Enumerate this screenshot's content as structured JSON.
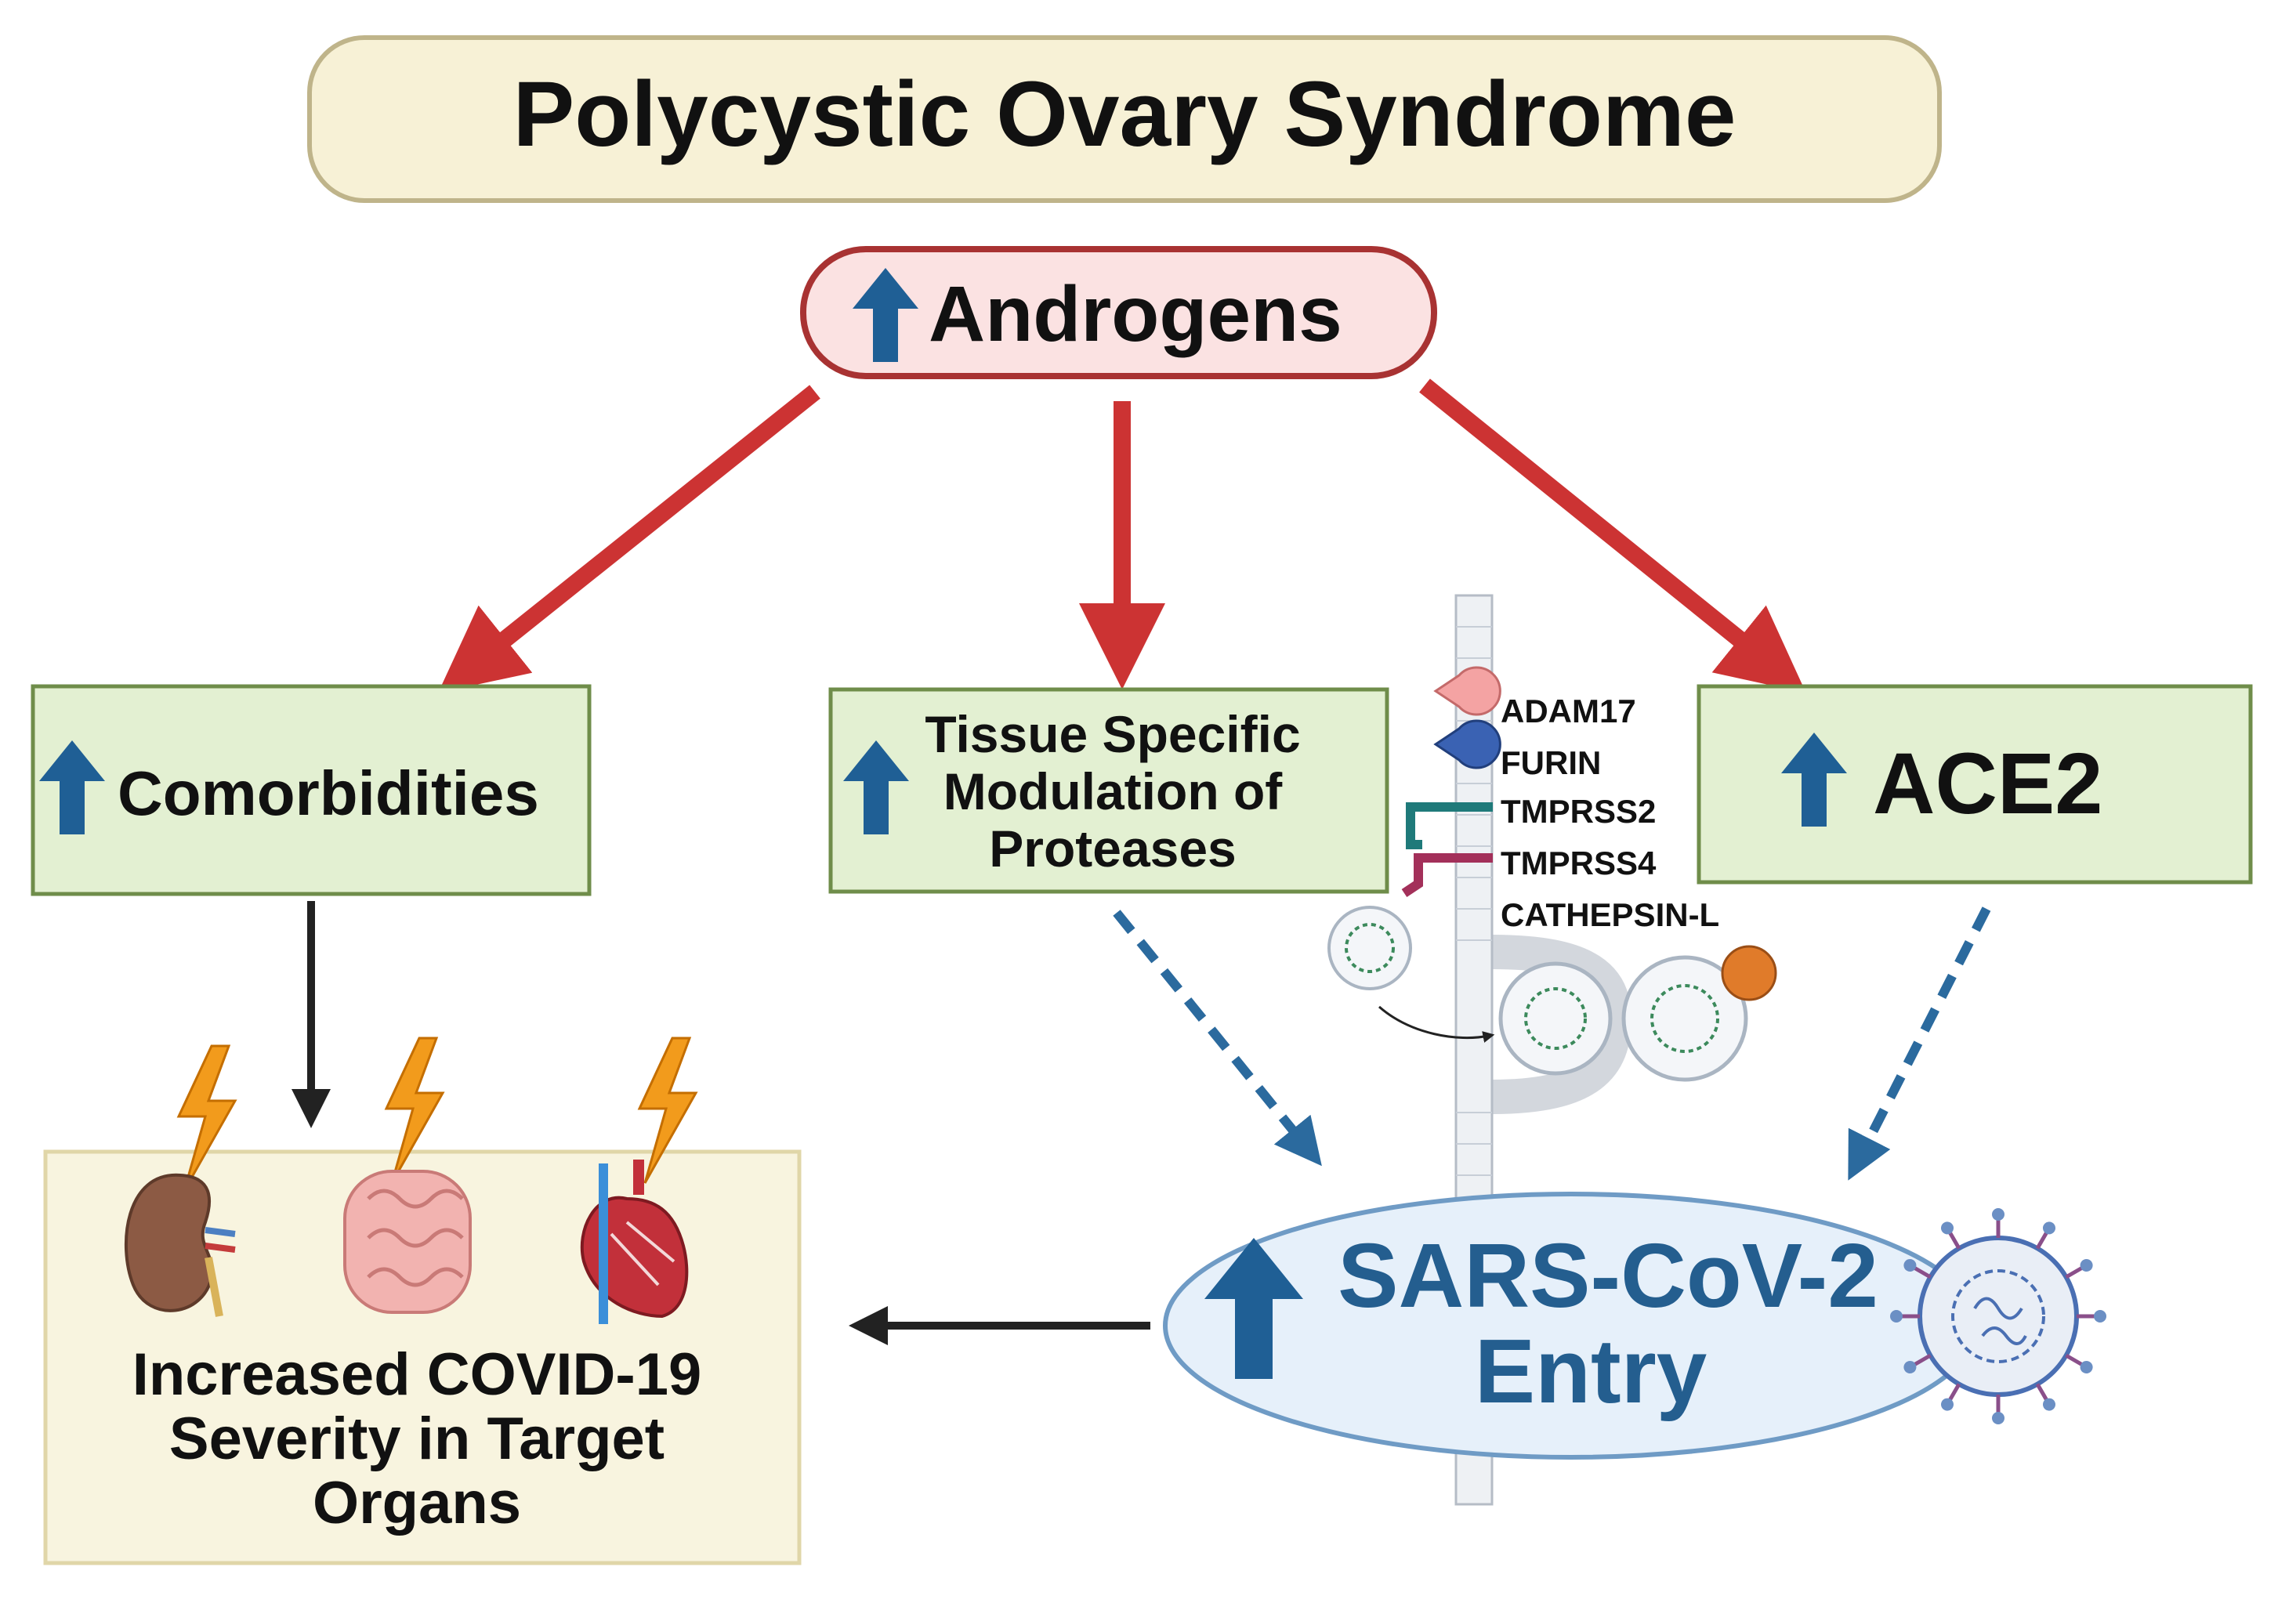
{
  "title": "Polycystic Ovary Syndrome",
  "androgens": {
    "label": "Androgens",
    "icon": "up-arrow-icon"
  },
  "comorbidities": {
    "label": "Comorbidities",
    "icon": "up-arrow-icon"
  },
  "proteases": {
    "lines": [
      "Tissue Specific",
      "Modulation of",
      "Proteases"
    ],
    "icon": "up-arrow-icon"
  },
  "ace2": {
    "label": "ACE2",
    "icon": "up-arrow-icon"
  },
  "protease_list": [
    "ADAM17",
    "FURIN",
    "TMPRSS2",
    "TMPRSS4",
    "CATHEPSIN-L"
  ],
  "severity": {
    "lines": [
      "Increased COVID-19",
      "Severity in Target",
      "Organs"
    ],
    "organs": [
      "kidney-icon",
      "intestine-icon",
      "heart-icon"
    ]
  },
  "entry": {
    "lines": [
      "SARS-CoV-2",
      "Entry"
    ],
    "icon": "up-arrow-icon"
  },
  "colors": {
    "title_fill": "#f7f1d6",
    "title_stroke": "#bfb48a",
    "androgens_fill": "#fbe2e2",
    "androgens_stroke": "#a83232",
    "box_fill": "#e3f0d2",
    "box_stroke": "#6f8d4a",
    "severity_fill": "#f8f4df",
    "severity_stroke": "#e0d6a8",
    "entry_fill": "#e6f0fa",
    "entry_stroke": "#6f9bc5",
    "red_arrow": "#cc3333",
    "blue_arrow": "#1f5f95",
    "dashed": "#2b6a9e",
    "black_arrow": "#222222",
    "entry_text": "#245e8f"
  }
}
